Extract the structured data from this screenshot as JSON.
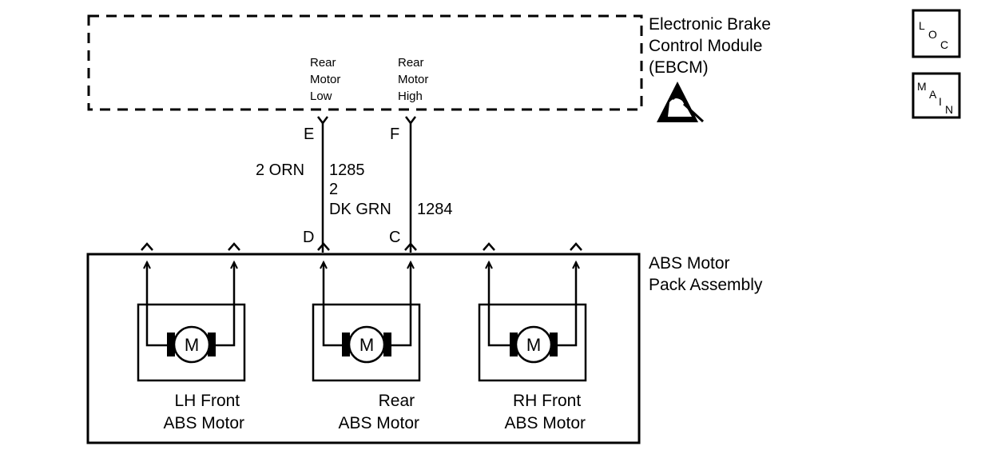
{
  "ebcm": {
    "title_lines": [
      "Electronic Brake",
      "Control Module",
      "(EBCM)"
    ],
    "rear_motor_low": [
      "Rear",
      "Motor",
      "Low"
    ],
    "rear_motor_high": [
      "Rear",
      "Motor",
      "High"
    ],
    "pin_low": "E",
    "pin_high": "F"
  },
  "wires": {
    "low": {
      "gauge_color": "2 ORN",
      "circuit": "1285"
    },
    "high": {
      "gauge": "2",
      "color": "DK GRN",
      "circuit": "1284"
    }
  },
  "motor_pack": {
    "title_lines": [
      "ABS Motor",
      "Pack Assembly"
    ],
    "pin_low": "D",
    "pin_high": "C",
    "motors": [
      {
        "symbol": "M",
        "label_lines": [
          "LH Front",
          "ABS Motor"
        ]
      },
      {
        "symbol": "M",
        "label_lines": [
          "Rear",
          "ABS Motor"
        ]
      },
      {
        "symbol": "M",
        "label_lines": [
          "RH Front",
          "ABS Motor"
        ]
      }
    ]
  },
  "badges": {
    "loc": {
      "letters": [
        "L",
        "O",
        "C"
      ]
    },
    "main": {
      "letters": [
        "M",
        "A",
        "I",
        "N"
      ]
    }
  },
  "icons": {
    "esd": "esd-warning-icon"
  }
}
